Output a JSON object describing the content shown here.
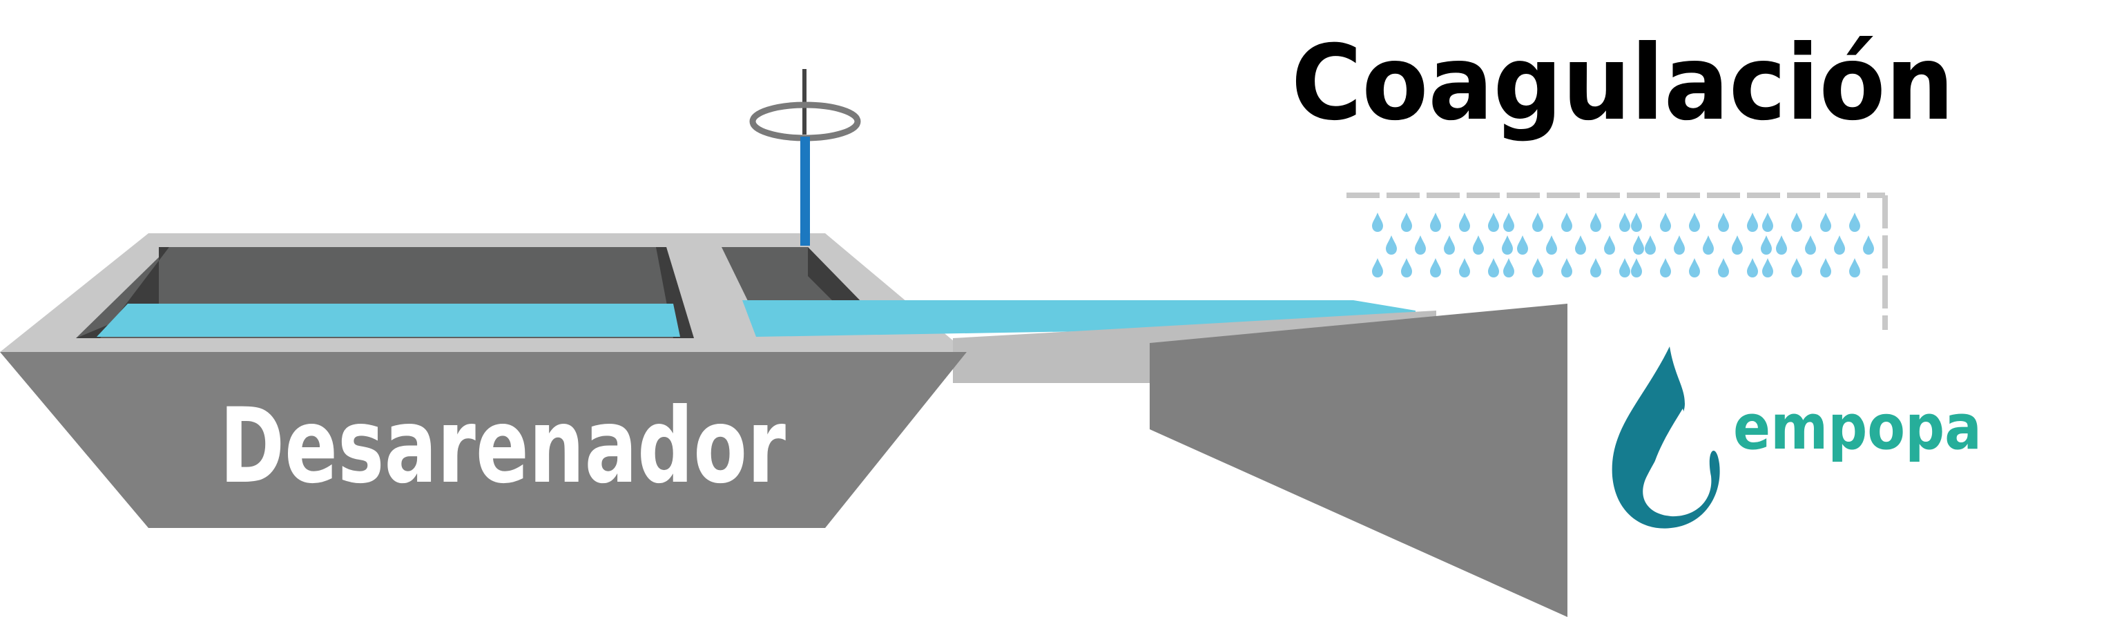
{
  "labels": {
    "title": "Coagulación",
    "tank": "Desarenador"
  },
  "logo": {
    "text": "empopa"
  },
  "colors": {
    "water": "#66cbe1",
    "tank_gray": "#808080",
    "rim_gray": "#c8c8c8",
    "wall_dark": "#5a5a5a",
    "valve_stem": "#1c78c0",
    "drop": "#7dcaea",
    "logo_dark": "#157c8f",
    "logo_light": "#26ae9a"
  },
  "icons": [
    "valve-icon",
    "water-drop-icon",
    "empopa-logo-icon"
  ]
}
